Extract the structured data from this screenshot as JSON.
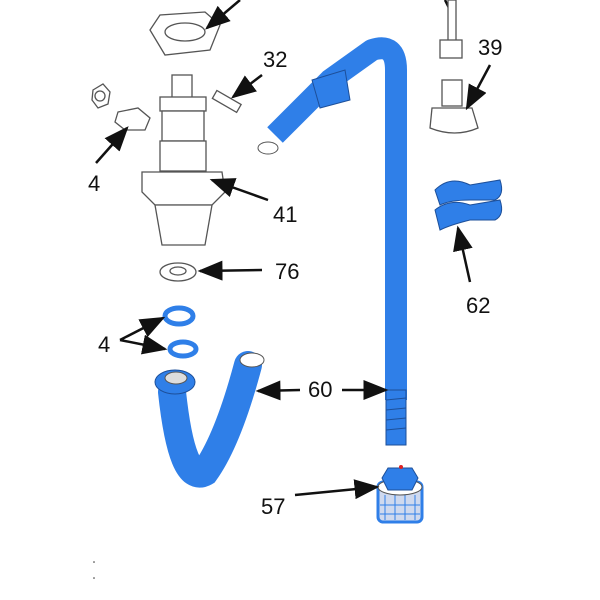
{
  "diagram": {
    "colors": {
      "part_blue": "#2f7fe8",
      "line": "#111111",
      "outline": "#555555"
    },
    "callouts": [
      {
        "id": "c32",
        "label": "32",
        "part": "pin"
      },
      {
        "id": "c39",
        "label": "39",
        "part": "foot-valve-cap"
      },
      {
        "id": "c41",
        "label": "41",
        "part": "inlet-valve-housing"
      },
      {
        "id": "c4a",
        "label": "4",
        "part": "fitting"
      },
      {
        "id": "c76",
        "label": "76",
        "part": "nut"
      },
      {
        "id": "c62",
        "label": "62",
        "part": "clip"
      },
      {
        "id": "c4b",
        "label": "4",
        "part": "o-rings"
      },
      {
        "id": "c60",
        "label": "60",
        "part": "suction-hose"
      },
      {
        "id": "c57",
        "label": "57",
        "part": "inlet-strainer"
      }
    ]
  }
}
